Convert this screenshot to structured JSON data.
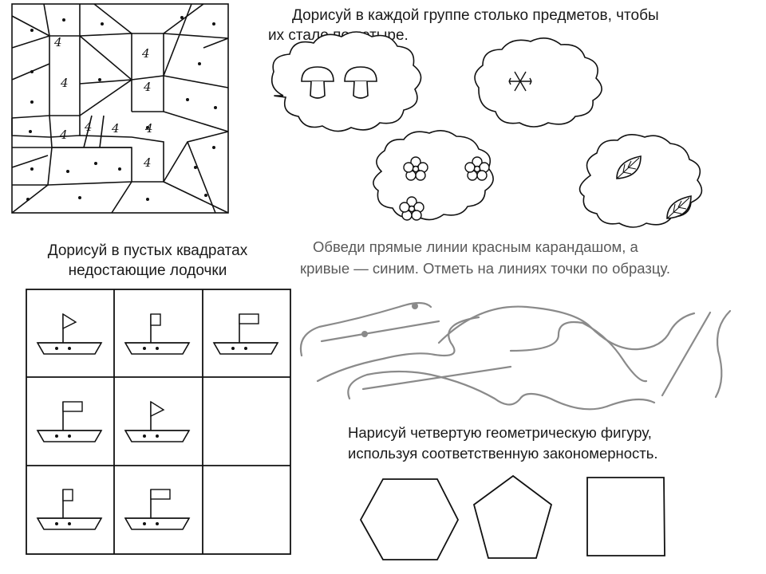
{
  "mosaic": {
    "digit": "4"
  },
  "clouds_task": {
    "line1": "Дорисуй в каждой группе столько предметов, чтобы",
    "line2": "их стало по четыре."
  },
  "boats_task": {
    "line1": "Дорисуй в пустых квадратах",
    "line2": "недостающие лодочки"
  },
  "lines_task": {
    "line1": "Обведи прямые линии красным карандашом, а",
    "line2": "кривые — синим. Отметь на линиях точки по образцу."
  },
  "shapes_task": {
    "line1": "Нарисуй четвертую геометрическую фигуру,",
    "line2": "используя соответственную закономерность."
  },
  "colors": {
    "ink": "#111111",
    "gray_ink": "#8a8a8a",
    "paper": "#ffffff"
  }
}
